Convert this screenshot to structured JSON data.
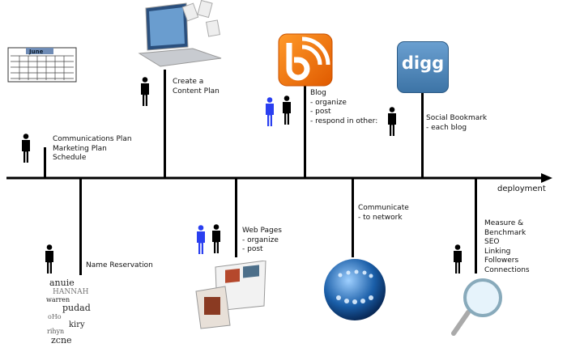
{
  "axis_label": "deployment",
  "milestones": {
    "comm": {
      "lines": [
        "Communications Plan",
        "Marketing Plan",
        "Schedule"
      ]
    },
    "content": {
      "lines": [
        "Create a",
        "Content Plan"
      ]
    },
    "blog": {
      "lines": [
        "Blog",
        "- organize",
        "- post",
        "- respond in other:"
      ]
    },
    "social": {
      "lines": [
        "Social Bookmark",
        "- each blog"
      ]
    },
    "name": {
      "lines": [
        "Name Reservation"
      ]
    },
    "web": {
      "lines": [
        "Web Pages",
        "- organize",
        "- post"
      ]
    },
    "communicate": {
      "lines": [
        "Communicate",
        "- to network"
      ]
    },
    "measure": {
      "lines": [
        "Measure &",
        "Benchmark",
        "SEO",
        "Linking",
        "Followers",
        "Connections"
      ]
    }
  },
  "images": {
    "calendar_month": "June",
    "digg_logo": "digg"
  },
  "colors": {
    "blue_person": "#2a3ff0",
    "black_person": "#000000",
    "blog_orange": "#f07a10",
    "digg_blue": "#4a86bb"
  }
}
